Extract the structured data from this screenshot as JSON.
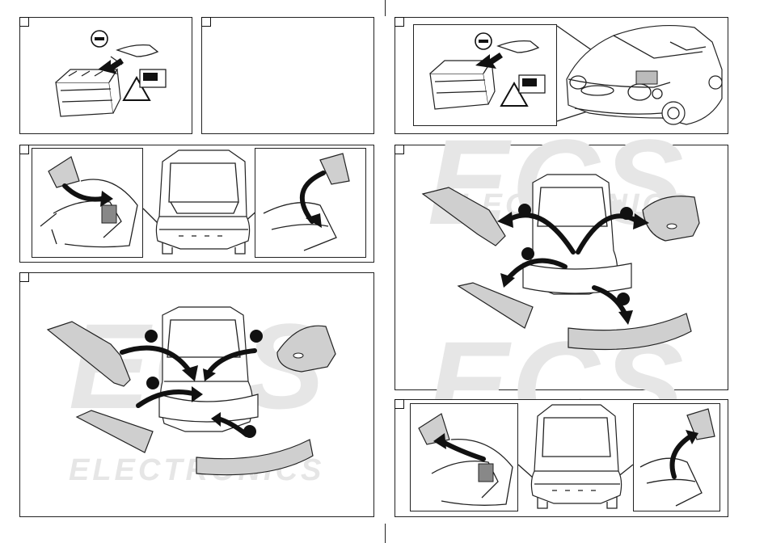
{
  "document": {
    "watermark": {
      "brand_letters": "ECS",
      "brand_word": "ELECTRONICS"
    },
    "panels": [
      {
        "id": "step-1",
        "content": "battery-disconnect"
      },
      {
        "id": "step-2",
        "content": "empty"
      },
      {
        "id": "step-3",
        "content": "battery-disconnect-engine-bay"
      },
      {
        "id": "step-4",
        "content": "remove-side-trim-panels"
      },
      {
        "id": "step-5",
        "content": "remove-rear-trims-and-bumper"
      },
      {
        "id": "step-6",
        "content": "reinstall-trims-and-bumper"
      },
      {
        "id": "step-7",
        "content": "refit-side-trim-panels"
      }
    ],
    "icons": {
      "minus_symbol": "−",
      "warning": "warning-triangle-icon",
      "manual": "manual-booklet-icon"
    }
  }
}
